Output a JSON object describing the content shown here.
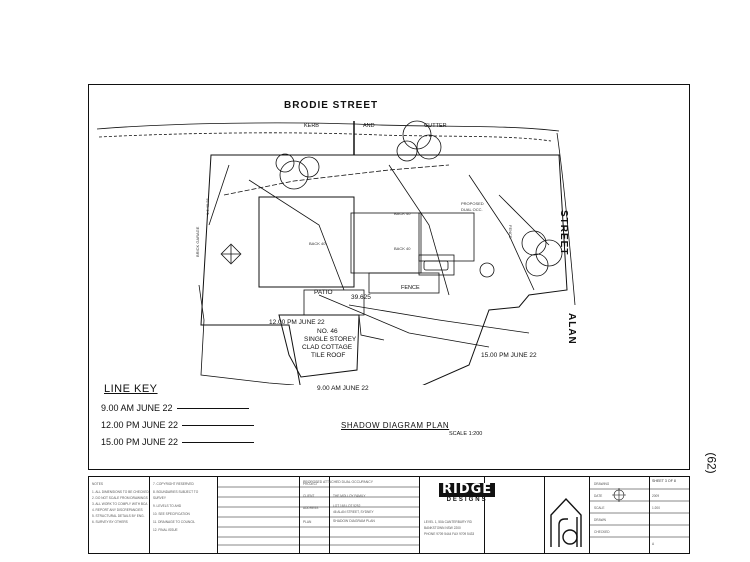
{
  "streets": {
    "top": "BRODIE        STREET",
    "right_a": "STREET",
    "right_b": "ALAN"
  },
  "kerb_labels": {
    "kerb": "KERB",
    "and": "AND",
    "gutter": "GUTTER"
  },
  "plan_labels": {
    "existing": "NO. 46",
    "line1": "SINGLE  STOREY",
    "line2": "CLAD COTTAGE",
    "line3": "TILE ROOF",
    "rl": "39.625",
    "patio": "PATIO",
    "fence": "FENCE",
    "fence2": "FENCE",
    "shadow_12": "12.00 PM JUNE 22",
    "shadow_15": "15.00 PM JUNE 22",
    "shadow_9": "9.00  AM JUNE 22"
  },
  "line_key": {
    "title": "LINE KEY",
    "rows": [
      {
        "label": "9.00   AM JUNE 22",
        "style": "solid"
      },
      {
        "label": "12.00 PM JUNE 22",
        "style": "solid"
      },
      {
        "label": "15.00 PM JUNE 22",
        "style": "solid"
      }
    ]
  },
  "plan_title": {
    "title": "SHADOW DIAGRAM PLAN",
    "scale": "SCALE 1:200"
  },
  "title_block": {
    "logo_word": "RIDGE",
    "logo_sub": "DESIGNS",
    "sheet": "SHEET 3 OF 8",
    "project_caption": "PROPOSED ATTACHED DUAL OCCUPANCY",
    "drawing_caption": "SHADOW DIAGRAM PLAN"
  },
  "margin_note": "(62)"
}
